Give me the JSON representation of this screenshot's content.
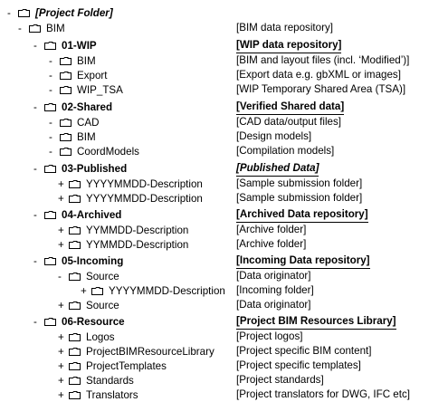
{
  "tree": {
    "root": {
      "sign": "-",
      "label": "[Project Folder]"
    },
    "bim": {
      "sign": "-",
      "label": "BIM",
      "desc": "[BIM data repository]"
    },
    "wip": {
      "sign": "-",
      "label": "01-WIP",
      "desc": "[WIP data repository]",
      "children": [
        {
          "sign": "-",
          "label": "BIM",
          "desc": "[BIM and layout files (incl. ‘Modified’)]"
        },
        {
          "sign": "-",
          "label": "Export",
          "desc": "[Export data e.g. gbXML or images]"
        },
        {
          "sign": "-",
          "label": "WIP_TSA",
          "desc": "[WIP Temporary Shared Area (TSA)]"
        }
      ]
    },
    "shared": {
      "sign": "-",
      "label": "02-Shared",
      "desc": "[Verified Shared data]",
      "children": [
        {
          "sign": "-",
          "label": "CAD",
          "desc": "[CAD data/output files]"
        },
        {
          "sign": "-",
          "label": "BIM",
          "desc": "[Design models]"
        },
        {
          "sign": "-",
          "label": "CoordModels",
          "desc": "[Compilation models]"
        }
      ]
    },
    "published": {
      "sign": "-",
      "label": "03-Published",
      "desc": "[Published Data]",
      "children": [
        {
          "sign": "+",
          "label": "YYYYMMDD-Description",
          "desc": "[Sample submission folder]"
        },
        {
          "sign": "+",
          "label": "YYYYMMDD-Description",
          "desc": "[Sample submission folder]"
        }
      ]
    },
    "archived": {
      "sign": "-",
      "label": "04-Archived",
      "desc": "[Archived Data repository]",
      "children": [
        {
          "sign": "+",
          "label": "YYMMDD-Description",
          "desc": "[Archive folder]"
        },
        {
          "sign": "+",
          "label": "YYMMDD-Description",
          "desc": "[Archive folder]"
        }
      ]
    },
    "incoming": {
      "sign": "-",
      "label": "05-Incoming",
      "desc": "[Incoming Data repository]",
      "children": [
        {
          "sign": "-",
          "label": "Source",
          "desc": "[Data originator]"
        },
        {
          "sign": "+",
          "label": "YYYYMMDD-Description",
          "desc": "[Incoming folder]"
        },
        {
          "sign": "+",
          "label": "Source",
          "desc": "[Data originator]"
        }
      ]
    },
    "resource": {
      "sign": "-",
      "label": "06-Resource",
      "desc": "[Project BIM Resources Library]",
      "children": [
        {
          "sign": "+",
          "label": "Logos",
          "desc": "[Project logos]"
        },
        {
          "sign": "+",
          "label": "ProjectBIMResourceLibrary",
          "desc": "[Project specific BIM content]"
        },
        {
          "sign": "+",
          "label": "ProjectTemplates",
          "desc": "[Project specific templates]"
        },
        {
          "sign": "+",
          "label": "Standards",
          "desc": "[Project standards]"
        },
        {
          "sign": "+",
          "label": "Translators",
          "desc": "[Project translators for DWG, IFC etc]"
        }
      ]
    }
  }
}
